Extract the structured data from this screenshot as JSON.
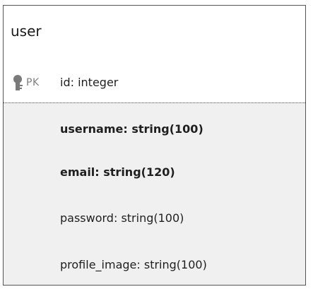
{
  "entity": {
    "name": "user",
    "primary_key": {
      "badge": "PK",
      "field": "id: integer"
    },
    "attributes": [
      {
        "label": "username: string(100)",
        "bold": true
      },
      {
        "label": "email: string(120)",
        "bold": true
      },
      {
        "label": "password: string(100)",
        "bold": false
      },
      {
        "label": "profile_image: string(100)",
        "bold": false
      }
    ]
  },
  "colors": {
    "border": "#555555",
    "attribute_background": "#f0f0f0",
    "key_icon": "#7a7a7a",
    "pk_badge": "#7f7f7f"
  },
  "icons": {
    "primary_key": "key-icon"
  }
}
